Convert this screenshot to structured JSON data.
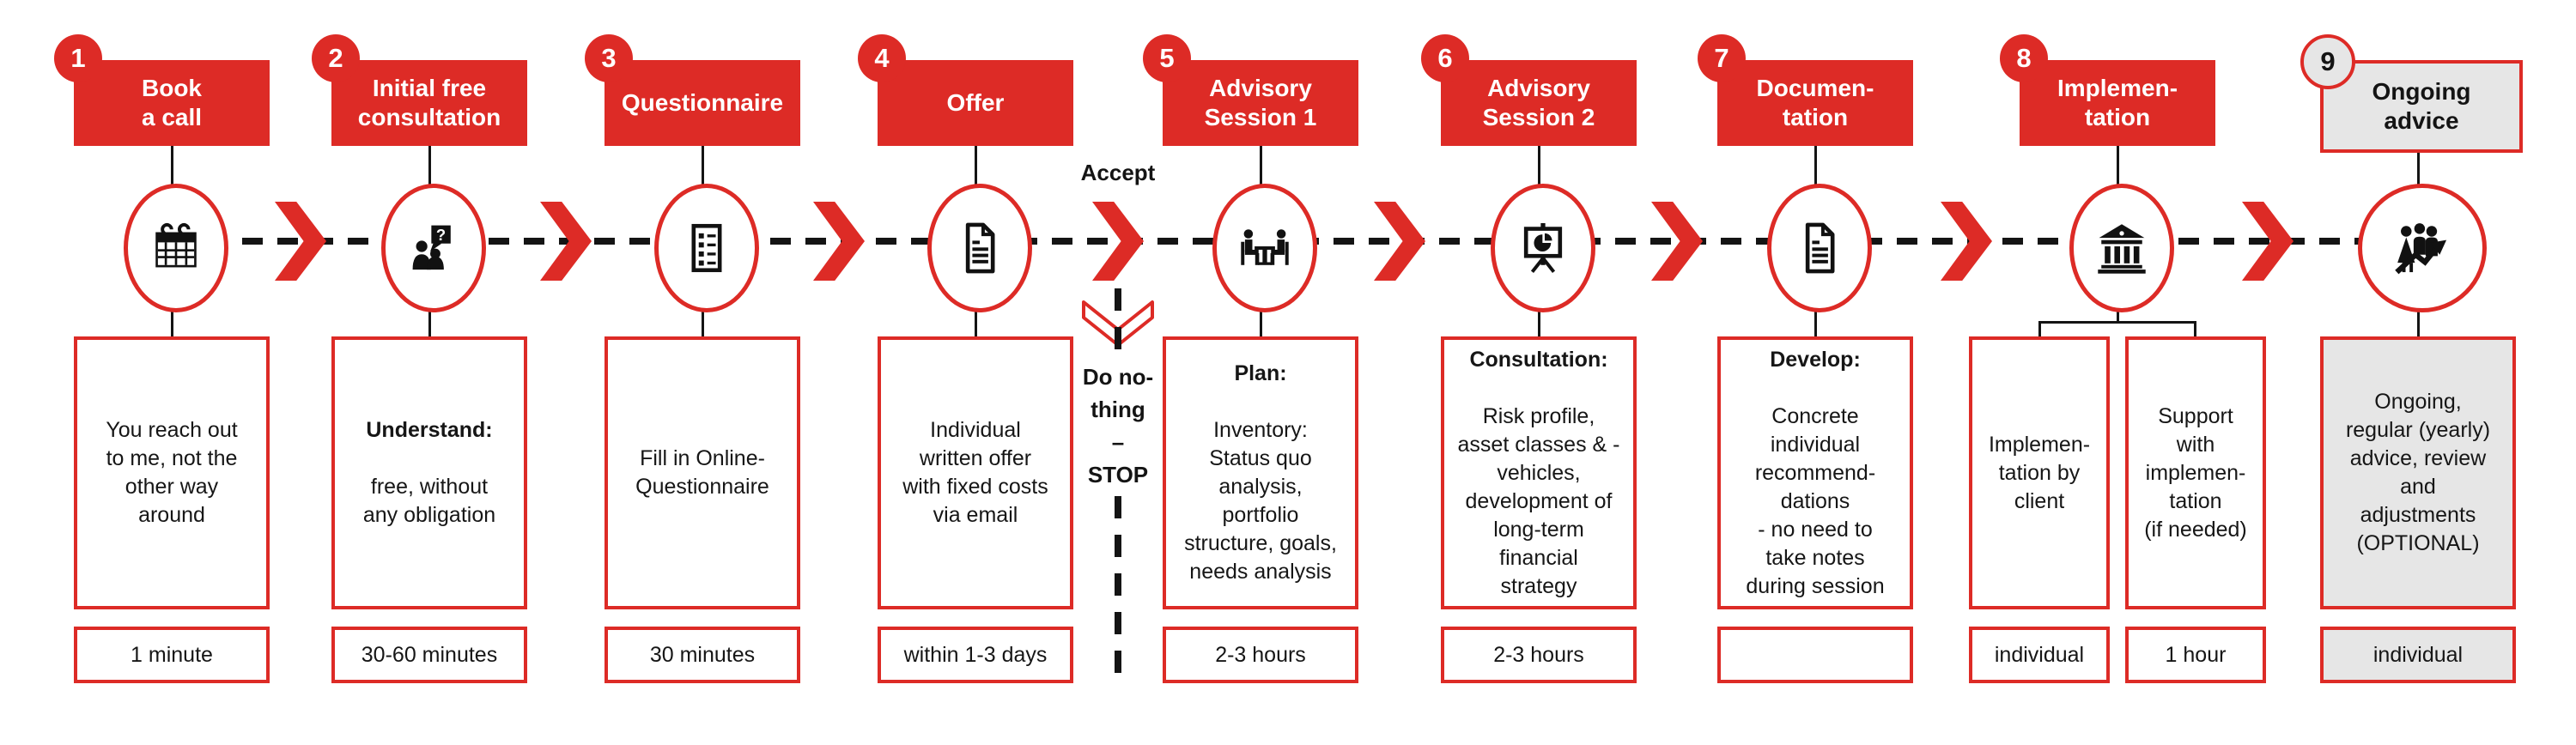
{
  "colors": {
    "red": "#dd2b26",
    "light_gray": "#e6e6e6"
  },
  "diagram": {
    "accept_label": "Accept",
    "reject_lines": [
      "Do no-",
      "thing",
      "–",
      "STOP"
    ]
  },
  "steps": [
    {
      "number": "1",
      "variant": "red",
      "icon": "calendar-icon",
      "title_lines": [
        "Book",
        "a call"
      ],
      "boxes": [
        {
          "lead": "",
          "body_lines": [
            "You reach out",
            "to me, not the",
            "other way",
            "around"
          ],
          "time": "1 minute"
        }
      ]
    },
    {
      "number": "2",
      "variant": "red",
      "icon": "people-question-icon",
      "title_lines": [
        "Initial free",
        "consultation"
      ],
      "boxes": [
        {
          "lead": "Understand:",
          "body_lines": [
            "free, without",
            "any obligation"
          ],
          "time": "30-60 minutes"
        }
      ]
    },
    {
      "number": "3",
      "variant": "red",
      "icon": "checklist-icon",
      "title_lines": [
        "Questionnaire"
      ],
      "boxes": [
        {
          "lead": "",
          "body_lines": [
            "Fill in Online-",
            "Questionnaire"
          ],
          "time": "30 minutes"
        }
      ]
    },
    {
      "number": "4",
      "variant": "red",
      "icon": "document-icon",
      "title_lines": [
        "Offer"
      ],
      "boxes": [
        {
          "lead": "",
          "body_lines": [
            "Individual",
            "written offer",
            "with fixed costs",
            "via email"
          ],
          "time": "within 1-3 days"
        }
      ]
    },
    {
      "number": "5",
      "variant": "red",
      "icon": "meeting-icon",
      "title_lines": [
        "Advisory",
        "Session 1"
      ],
      "boxes": [
        {
          "lead": "Plan:",
          "body_lines": [
            "Inventory:",
            "Status quo",
            "analysis,",
            "portfolio",
            "structure, goals,",
            "needs analysis"
          ],
          "time": "2-3 hours"
        }
      ]
    },
    {
      "number": "6",
      "variant": "red",
      "icon": "presentation-icon",
      "title_lines": [
        "Advisory",
        "Session 2"
      ],
      "boxes": [
        {
          "lead": "Consultation:",
          "body_lines": [
            "Risk profile,",
            "asset classes & -",
            "vehicles,",
            "development of",
            "long-term",
            "financial",
            "strategy"
          ],
          "time": "2-3 hours"
        }
      ]
    },
    {
      "number": "7",
      "variant": "red",
      "icon": "document-icon",
      "title_lines": [
        "Documen-",
        "tation"
      ],
      "boxes": [
        {
          "lead": "Develop:",
          "body_lines": [
            "Concrete",
            "individual",
            "recommend-",
            "dations",
            "- no need to",
            "take notes",
            "during session"
          ],
          "time": ""
        }
      ]
    },
    {
      "number": "8",
      "variant": "red",
      "icon": "bank-icon",
      "title_lines": [
        "Implemen-",
        "tation"
      ],
      "boxes": [
        {
          "lead": "",
          "body_lines": [
            "Implemen-",
            "tation by",
            "client"
          ],
          "time": "individual"
        },
        {
          "lead": "",
          "body_lines": [
            "Support",
            "with",
            "implemen-",
            "tation",
            "(if needed)"
          ],
          "time": "1 hour"
        }
      ]
    },
    {
      "number": "9",
      "variant": "gray",
      "icon": "people-growth-icon",
      "title_lines": [
        "Ongoing",
        "advice"
      ],
      "boxes": [
        {
          "lead": "",
          "body_lines": [
            "Ongoing,",
            "regular (yearly)",
            "advice, review",
            "and",
            "adjustments",
            "(OPTIONAL)"
          ],
          "time": "individual"
        }
      ]
    }
  ]
}
